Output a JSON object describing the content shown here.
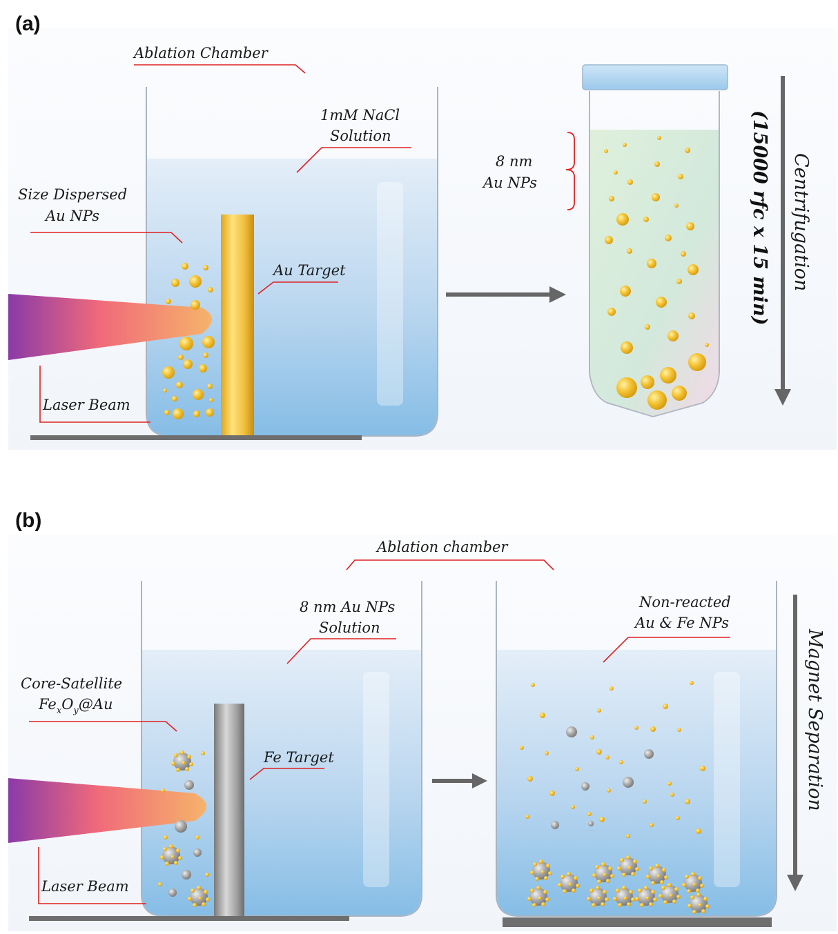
{
  "panels": [
    {
      "label": "(a)"
    },
    {
      "label": "(b)"
    }
  ],
  "panel_a": {
    "chamber_title": "Ablation Chamber",
    "solution_line1": "1mM NaCl",
    "solution_line2": "Solution",
    "np_line1": "Size Dispersed",
    "np_line2": "Au NPs",
    "target": "Au Target",
    "laser": "Laser Beam",
    "tube_line1": "8 nm",
    "tube_line2": "Au NPs",
    "centrifuge_speed": "(15000 rfc x 15 min)",
    "centrifuge_label": "Centrifugation"
  },
  "panel_b": {
    "chamber_title": "Ablation chamber",
    "solution_line1": "8 nm Au NPs",
    "solution_line2": "Solution",
    "core_line1": "Core-Satellite",
    "core_line2_a": "Fe",
    "core_line2_sub1": "x",
    "core_line2_b": "O",
    "core_line2_sub2": "y",
    "core_line2_c": "@Au",
    "target": "Fe Target",
    "laser": "Laser Beam",
    "nonreacted_line1": "Non-reacted",
    "nonreacted_line2": "Au & Fe NPs",
    "separation_label": "Magnet Separation"
  },
  "colors": {
    "leader_line": "#e02020",
    "arrow": "#666666",
    "gold": "#f2c230",
    "iron": "#9a9a9a",
    "water": "#8fc3e8"
  }
}
